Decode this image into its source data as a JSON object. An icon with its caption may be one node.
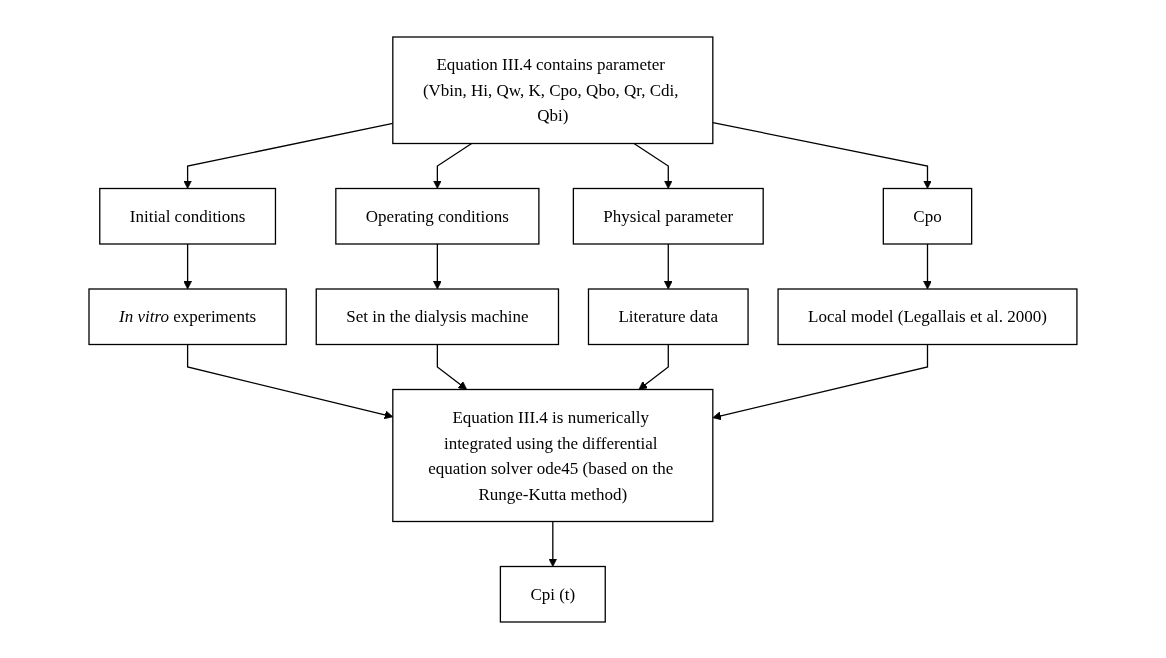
{
  "diagram": {
    "nodes": [
      {
        "text": [
          "Equation III.4 contains parameter (Vbin, Hi, Qw, K, Cpo, Qbo, Qr, Cdi, Qbi)"
        ]
      },
      {
        "text": [
          "Initial conditions"
        ]
      },
      {
        "text": [
          "Operating conditions"
        ]
      },
      {
        "text": [
          "Physical parameter"
        ]
      },
      {
        "text": [
          "Cpo"
        ]
      },
      {
        "text": [
          "*In vitro* experiments"
        ]
      },
      {
        "text": [
          "Set in the dialysis machine"
        ]
      },
      {
        "text": [
          "Literature data"
        ]
      },
      {
        "text": [
          "Local model (Legallais et al. 2000)"
        ]
      },
      {
        "text": [
          "Equation III.4 is numerically integrated using the differential equation solver ode45 (based on the Runge-Kutta method)"
        ]
      },
      {
        "text": [
          "Cpi (t)"
        ]
      }
    ],
    "edges": [
      {
        "from": 0,
        "to": 1,
        "arrow": "to"
      },
      {
        "from": 0,
        "to": 2,
        "arrow": "to"
      },
      {
        "from": 0,
        "to": 3,
        "arrow": "to"
      },
      {
        "from": 0,
        "to": 4,
        "arrow": "to"
      },
      {
        "from": 1,
        "to": 5,
        "arrow": "to"
      },
      {
        "from": 2,
        "to": 6,
        "arrow": "to"
      },
      {
        "from": 3,
        "to": 7,
        "arrow": "to"
      },
      {
        "from": 4,
        "to": 8,
        "arrow": "to"
      },
      {
        "from": 5,
        "to": 9,
        "arrow": "to"
      },
      {
        "from": 6,
        "to": 9,
        "arrow": "to"
      },
      {
        "from": 7,
        "to": 9,
        "arrow": "to"
      },
      {
        "from": 8,
        "to": 9,
        "arrow": "to"
      },
      {
        "from": 9,
        "to": 10,
        "arrow": "to"
      }
    ]
  }
}
